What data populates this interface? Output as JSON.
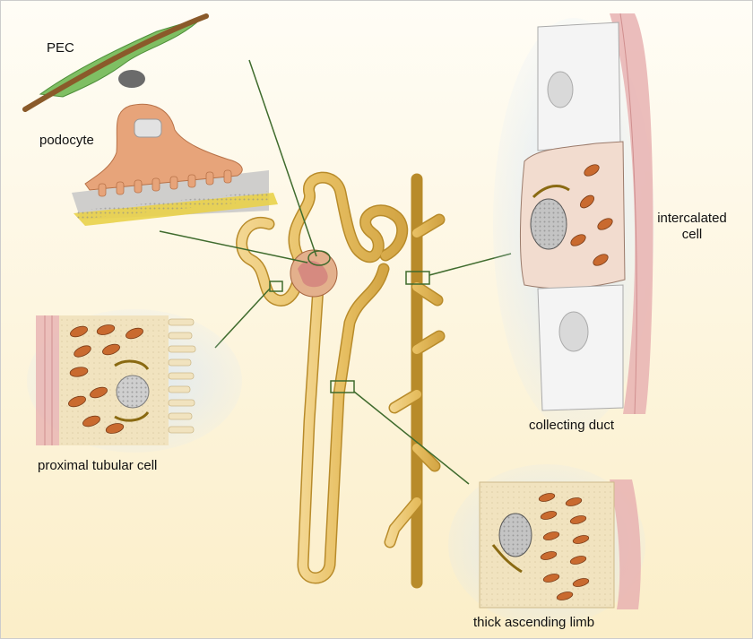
{
  "figure": {
    "labels": {
      "pec": "PEC",
      "podocyte": "podocyte",
      "intercalated_line1": "intercalated",
      "intercalated_line2": "cell",
      "collecting_duct": "collecting duct",
      "proximal_tubular_cell": "proximal tubular cell",
      "thick_ascending_limb": "thick ascending limb"
    },
    "colors": {
      "background_top": "#fffdf6",
      "background_bottom": "#fbeec8",
      "tubule": "#e7bf62",
      "tubule_edge": "#b88b2a",
      "pec_cell": "#7fbf63",
      "podocyte": "#e7a47a",
      "mitochondria": "#c96a2f",
      "leader_line": "#3f6b2d",
      "basement_pink": "#e7b1b1"
    },
    "icons": [
      "nephron-diagram",
      "pec-cell-illustration",
      "podocyte-cell-illustration",
      "proximal-tubular-cell-illustration",
      "collecting-duct-illustration",
      "intercalated-cell-illustration",
      "thick-ascending-limb-illustration"
    ]
  }
}
